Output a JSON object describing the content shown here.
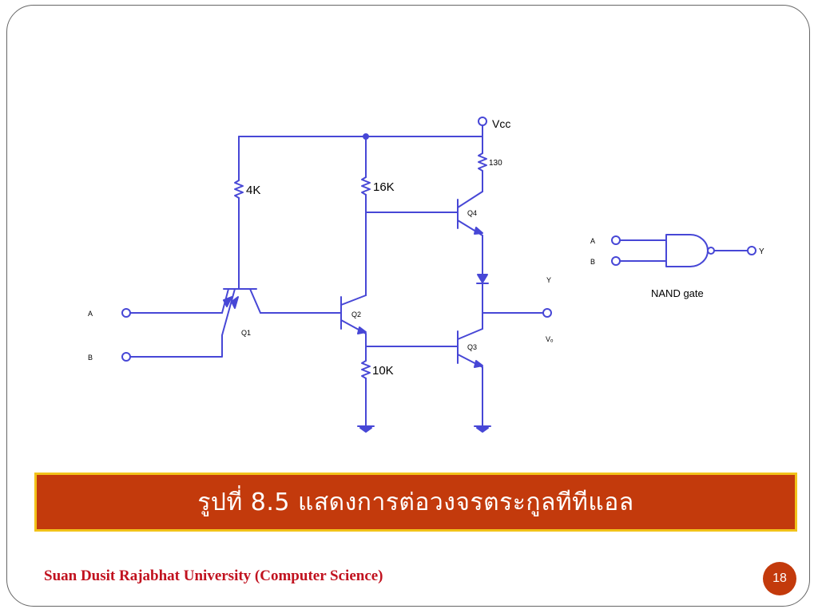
{
  "circuit": {
    "vcc_label": "Vcc",
    "resistors": {
      "r1": "4K",
      "r2": "16K",
      "r3": "130",
      "r4": "10K"
    },
    "transistors": {
      "q1": "Q1",
      "q2": "Q2",
      "q3": "Q3",
      "q4": "Q4"
    },
    "inputs": {
      "a": "A",
      "b": "B"
    },
    "output": {
      "y": "Y",
      "vo": "Vₒ"
    }
  },
  "nand_symbol": {
    "input_a": "A",
    "input_b": "B",
    "output": "Y",
    "label": "NAND gate"
  },
  "caption": "รูปที่ 8.5 แสดงการต่อวงจรตระกูลทีทีแอล",
  "footer": "Suan Dusit Rajabhat University (Computer Science)",
  "page_number": "18",
  "colors": {
    "wire": "#4747d6",
    "caption_bg": "#c33a0c",
    "caption_border": "#f2c21a",
    "footer_text": "#c1121f"
  }
}
